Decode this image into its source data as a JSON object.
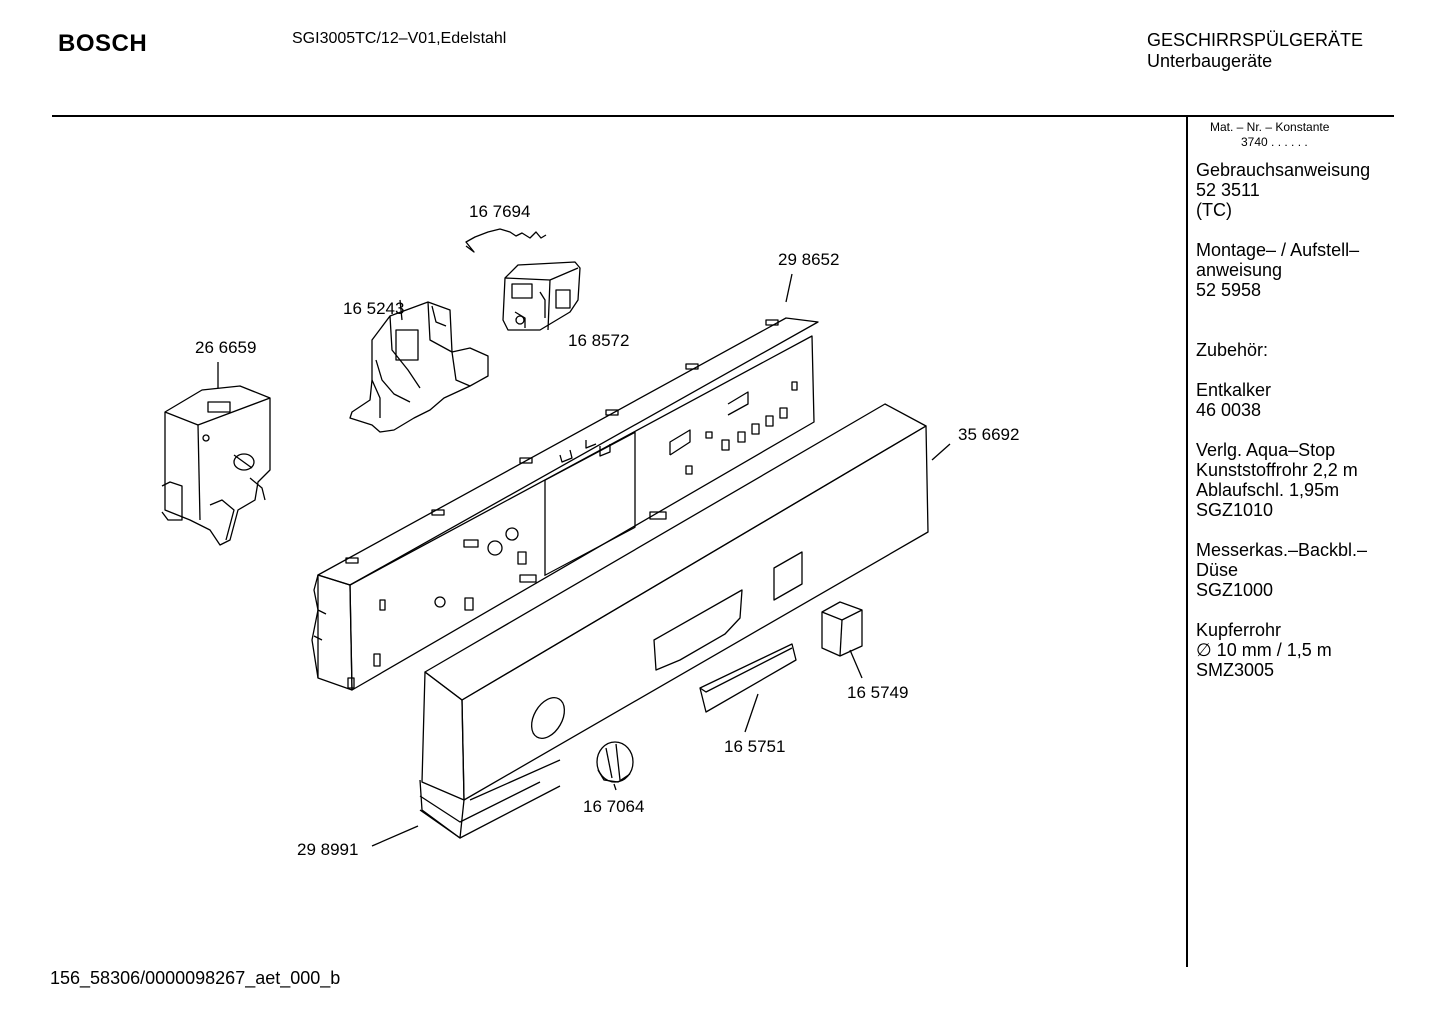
{
  "header": {
    "brand": "BOSCH",
    "model": "SGI3005TC/12–V01,Edelstahl",
    "category_line1": "GESCHIRRSPÜLGERÄTE",
    "category_line2": "Unterbaugeräte"
  },
  "sidebar": {
    "constant_label": "Mat. – Nr. – Konstante",
    "constant_value": "3740 .  .  .  .  .  .",
    "blocks": [
      {
        "lines": [
          "Gebrauchsanweisung",
          "52 3511",
          "(TC)"
        ]
      },
      {
        "lines": [
          "Montage– / Aufstell–",
          "anweisung",
          "52 5958"
        ]
      },
      {
        "lines": [
          "",
          "Zubehör:"
        ]
      },
      {
        "lines": [
          "Entkalker",
          "46 0038"
        ]
      },
      {
        "lines": [
          "Verlg. Aqua–Stop",
          "Kunststoffrohr 2,2 m",
          "Ablaufschl. 1,95m",
          "SGZ1010"
        ]
      },
      {
        "lines": [
          "Messerkas.–Backbl.–",
          "Düse",
          "SGZ1000"
        ]
      },
      {
        "lines": [
          "Kupferrohr",
          "∅ 10 mm / 1,5 m",
          "SMZ3005"
        ]
      }
    ]
  },
  "parts": {
    "p167694": "16 7694",
    "p298652": "29 8652",
    "p165243": "16 5243",
    "p168572": "16 8572",
    "p266659": "26 6659",
    "p356692": "35 6692",
    "p165749": "16 5749",
    "p165751": "16 5751",
    "p167064": "16 7064",
    "p298991": "29 8991"
  },
  "footer": {
    "code": "156_58306/0000098267_aet_000_b"
  }
}
